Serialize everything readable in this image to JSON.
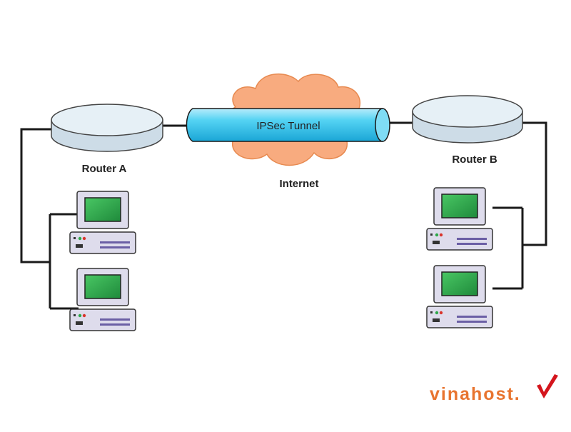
{
  "diagram": {
    "tunnel_label": "IPSec Tunnel",
    "cloud_label": "Internet",
    "router_a_label": "Router A",
    "router_b_label": "Router B"
  },
  "brand": {
    "text": "vinahost.",
    "accent_color": "#e8742f",
    "check_color": "#d4151d"
  },
  "colors": {
    "cloud": "#f8ab7f",
    "tunnel": "#3ec9ef",
    "router_top": "#e6f0f6",
    "router_side": "#cddce7",
    "computer_body": "#dedcec",
    "computer_screen": "#2ea84a"
  }
}
